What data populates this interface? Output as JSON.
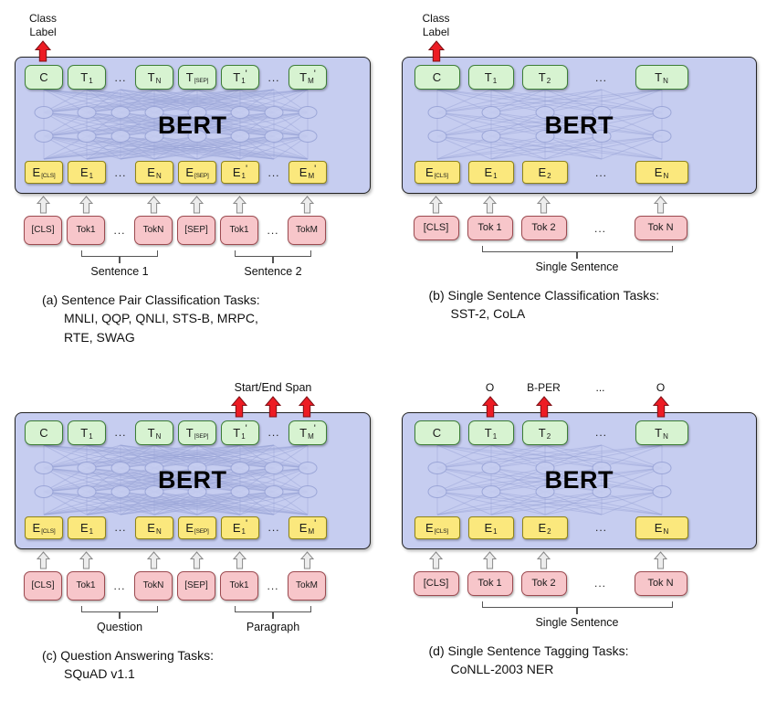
{
  "colors": {
    "bert_bg": "#c6cdf0",
    "t_box_bg": "#d7f3d1",
    "t_box_border": "#3c7d36",
    "e_box_bg": "#fbe87d",
    "e_box_border": "#8f8418",
    "token_bg": "#f7c6ca",
    "token_border": "#9c4a50",
    "red_arrow": "#ed1c24"
  },
  "figure": {
    "panels": [
      {
        "id": "a",
        "layout": "wide",
        "top": {
          "items": [
            {
              "col": 0,
              "lines": [
                "Class",
                "Label"
              ],
              "arrow": true
            }
          ]
        },
        "bert_label": "BERT",
        "t_boxes": [
          {
            "main": "C"
          },
          {
            "main": "T",
            "sub": "1"
          },
          {
            "dots": "..."
          },
          {
            "main": "T",
            "sub": "N"
          },
          {
            "main": "T",
            "sub": "[SEP]"
          },
          {
            "main": "T",
            "sub": "1",
            "prime": "'"
          },
          {
            "dots": "..."
          },
          {
            "main": "T",
            "sub": "M",
            "prime": "'"
          }
        ],
        "e_boxes": [
          {
            "main": "E",
            "sub": "[CLS]"
          },
          {
            "main": "E",
            "sub": "1"
          },
          {
            "dots": "..."
          },
          {
            "main": "E",
            "sub": "N"
          },
          {
            "main": "E",
            "sub": "[SEP]"
          },
          {
            "main": "E",
            "sub": "1",
            "prime": "'"
          },
          {
            "dots": "..."
          },
          {
            "main": "E",
            "sub": "M",
            "prime": "'"
          }
        ],
        "tokens": [
          {
            "lines": [
              "[CLS]"
            ]
          },
          {
            "lines": [
              "Tok",
              "1"
            ]
          },
          {
            "dots": "..."
          },
          {
            "lines": [
              "Tok",
              "N"
            ]
          },
          {
            "lines": [
              "[SEP]"
            ]
          },
          {
            "lines": [
              "Tok",
              "1"
            ]
          },
          {
            "dots": "..."
          },
          {
            "lines": [
              "Tok",
              "M"
            ]
          }
        ],
        "groups": [
          {
            "label": "Sentence 1",
            "from": 1,
            "to": 3
          },
          {
            "label": "Sentence 2",
            "from": 5,
            "to": 7
          }
        ],
        "caption": [
          "(a) Sentence Pair Classification Tasks:",
          "MNLI, QQP, QNLI, STS-B, MRPC,",
          "RTE, SWAG"
        ]
      },
      {
        "id": "b",
        "layout": "narrow",
        "top": {
          "items": [
            {
              "col": 0,
              "lines": [
                "Class",
                "Label"
              ],
              "arrow": true
            }
          ]
        },
        "bert_label": "BERT",
        "t_boxes": [
          {
            "main": "C"
          },
          {
            "main": "T",
            "sub": "1"
          },
          {
            "main": "T",
            "sub": "2"
          },
          {
            "dots": "..."
          },
          {
            "main": "T",
            "sub": "N"
          }
        ],
        "e_boxes": [
          {
            "main": "E",
            "sub": "[CLS]"
          },
          {
            "main": "E",
            "sub": "1"
          },
          {
            "main": "E",
            "sub": "2"
          },
          {
            "dots": "..."
          },
          {
            "main": "E",
            "sub": "N"
          }
        ],
        "tokens": [
          {
            "lines": [
              "[CLS]"
            ]
          },
          {
            "lines": [
              "Tok 1"
            ]
          },
          {
            "lines": [
              "Tok 2"
            ]
          },
          {
            "dots": "..."
          },
          {
            "lines": [
              "Tok N"
            ]
          }
        ],
        "groups": [
          {
            "label": "Single Sentence",
            "from": 1,
            "to": 4
          }
        ],
        "caption": [
          "(b) Single Sentence Classification Tasks:",
          "SST-2, CoLA"
        ]
      },
      {
        "id": "c",
        "layout": "wide",
        "top": {
          "span_label": {
            "text": "Start/End Span",
            "from": 5,
            "to": 7
          },
          "items": [
            {
              "col": 5,
              "arrow": true
            },
            {
              "col": 6,
              "arrow": true
            },
            {
              "col": 7,
              "arrow": true
            }
          ]
        },
        "bert_label": "BERT",
        "t_boxes": [
          {
            "main": "C"
          },
          {
            "main": "T",
            "sub": "1"
          },
          {
            "dots": "..."
          },
          {
            "main": "T",
            "sub": "N"
          },
          {
            "main": "T",
            "sub": "[SEP]"
          },
          {
            "main": "T",
            "sub": "1",
            "prime": "'"
          },
          {
            "dots": "..."
          },
          {
            "main": "T",
            "sub": "M",
            "prime": "'"
          }
        ],
        "e_boxes": [
          {
            "main": "E",
            "sub": "[CLS]"
          },
          {
            "main": "E",
            "sub": "1"
          },
          {
            "dots": "..."
          },
          {
            "main": "E",
            "sub": "N"
          },
          {
            "main": "E",
            "sub": "[SEP]"
          },
          {
            "main": "E",
            "sub": "1",
            "prime": "'"
          },
          {
            "dots": "..."
          },
          {
            "main": "E",
            "sub": "M",
            "prime": "'"
          }
        ],
        "tokens": [
          {
            "lines": [
              "[CLS]"
            ]
          },
          {
            "lines": [
              "Tok",
              "1"
            ]
          },
          {
            "dots": "..."
          },
          {
            "lines": [
              "Tok",
              "N"
            ]
          },
          {
            "lines": [
              "[SEP]"
            ]
          },
          {
            "lines": [
              "Tok",
              "1"
            ]
          },
          {
            "dots": "..."
          },
          {
            "lines": [
              "Tok",
              "M"
            ]
          }
        ],
        "groups": [
          {
            "label": "Question",
            "from": 1,
            "to": 3
          },
          {
            "label": "Paragraph",
            "from": 5,
            "to": 7
          }
        ],
        "caption": [
          "(c) Question Answering Tasks:",
          "SQuAD v1.1"
        ]
      },
      {
        "id": "d",
        "layout": "narrow",
        "top": {
          "items": [
            {
              "col": 1,
              "lines": [
                "O"
              ],
              "arrow": true
            },
            {
              "col": 2,
              "lines": [
                "B-PER"
              ],
              "arrow": true
            },
            {
              "col": 3,
              "lines": [
                "..."
              ],
              "arrow": false
            },
            {
              "col": 4,
              "lines": [
                "O"
              ],
              "arrow": true
            }
          ]
        },
        "bert_label": "BERT",
        "t_boxes": [
          {
            "main": "C"
          },
          {
            "main": "T",
            "sub": "1"
          },
          {
            "main": "T",
            "sub": "2"
          },
          {
            "dots": "..."
          },
          {
            "main": "T",
            "sub": "N"
          }
        ],
        "e_boxes": [
          {
            "main": "E",
            "sub": "[CLS]"
          },
          {
            "main": "E",
            "sub": "1"
          },
          {
            "main": "E",
            "sub": "2"
          },
          {
            "dots": "..."
          },
          {
            "main": "E",
            "sub": "N"
          }
        ],
        "tokens": [
          {
            "lines": [
              "[CLS]"
            ]
          },
          {
            "lines": [
              "Tok 1"
            ]
          },
          {
            "lines": [
              "Tok 2"
            ]
          },
          {
            "dots": "..."
          },
          {
            "lines": [
              "Tok N"
            ]
          }
        ],
        "groups": [
          {
            "label": "Single Sentence",
            "from": 1,
            "to": 4
          }
        ],
        "caption": [
          "(d) Single Sentence Tagging Tasks:",
          "CoNLL-2003 NER"
        ]
      }
    ]
  }
}
